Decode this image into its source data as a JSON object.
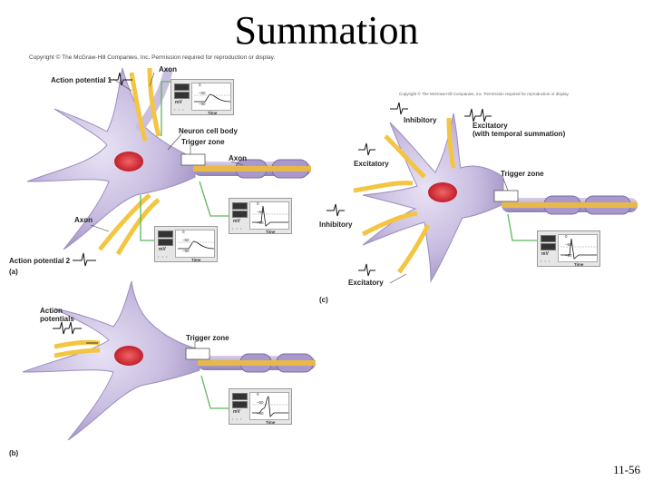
{
  "title": "Summation",
  "copyright_main": "Copyright © The McGraw-Hill Companies, Inc. Permission required for reproduction or display.",
  "copyright_c": "Copyright © The McGraw-Hill Companies, Inc. Permission required for reproduction or display.",
  "panel_a": {
    "tag": "(a)",
    "labels": {
      "ap1": "Action potential 1",
      "axon_top": "Axon",
      "neuron_cell_body": "Neuron cell body",
      "trigger_zone": "Trigger zone",
      "axon_right": "Axon",
      "axon_bottom": "Axon",
      "ap2": "Action potential 2"
    }
  },
  "panel_b": {
    "tag": "(b)",
    "labels": {
      "action_potentials": "Action\npotentials",
      "trigger_zone": "Trigger zone"
    }
  },
  "panel_c": {
    "tag": "(c)",
    "labels": {
      "inhibitory_top": "Inhibitory",
      "excitatory_temporal": "Excitatory\n(with temporal summation)",
      "excitatory_left": "Excitatory",
      "trigger_zone": "Trigger zone",
      "inhibitory_left": "Inhibitory",
      "excitatory_bottom": "Excitatory"
    }
  },
  "scope": {
    "ticks": [
      "0",
      "–50",
      "–90"
    ],
    "unit": "mV",
    "axis": "Time"
  },
  "slide_number": "11-56"
}
